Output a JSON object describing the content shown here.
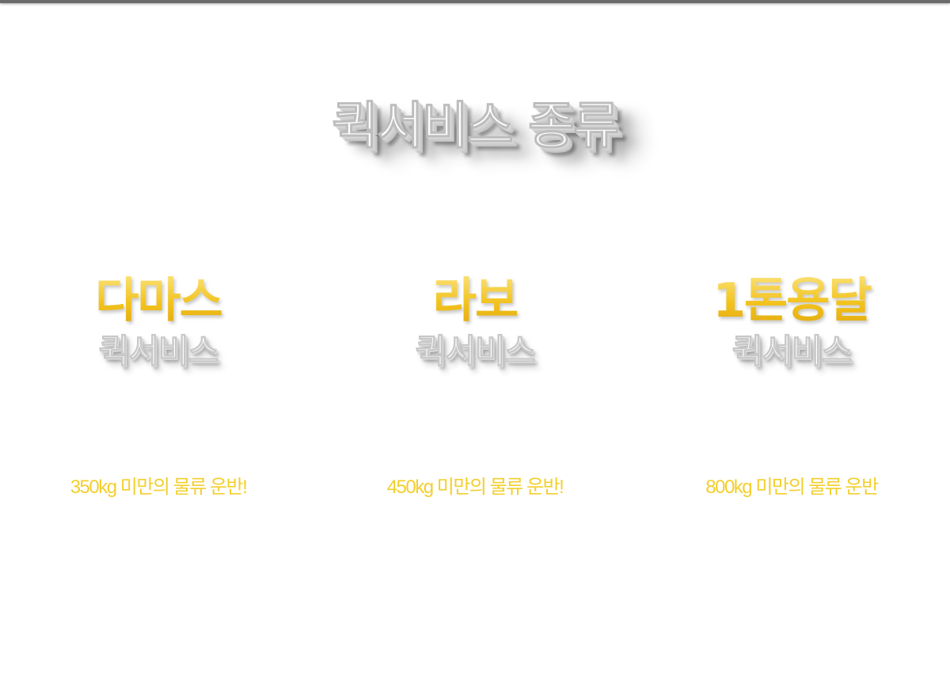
{
  "header": {
    "title": "퀵서비스 종류"
  },
  "services": [
    {
      "name": "다마스",
      "sub": "퀵서비스",
      "desc": "350kg 미만의 물류 운반!"
    },
    {
      "name": "라보",
      "sub": "퀵서비스",
      "desc": "450kg 미만의 물류 운반!"
    },
    {
      "name": "1톤용달",
      "sub": "퀵서비스",
      "desc": "800kg 미만의 물류 운반"
    }
  ],
  "colors": {
    "accent": "#f2c21c",
    "desc_text": "#f3cf2e",
    "background": "#ffffff",
    "top_bar": "#6b6b6b"
  }
}
